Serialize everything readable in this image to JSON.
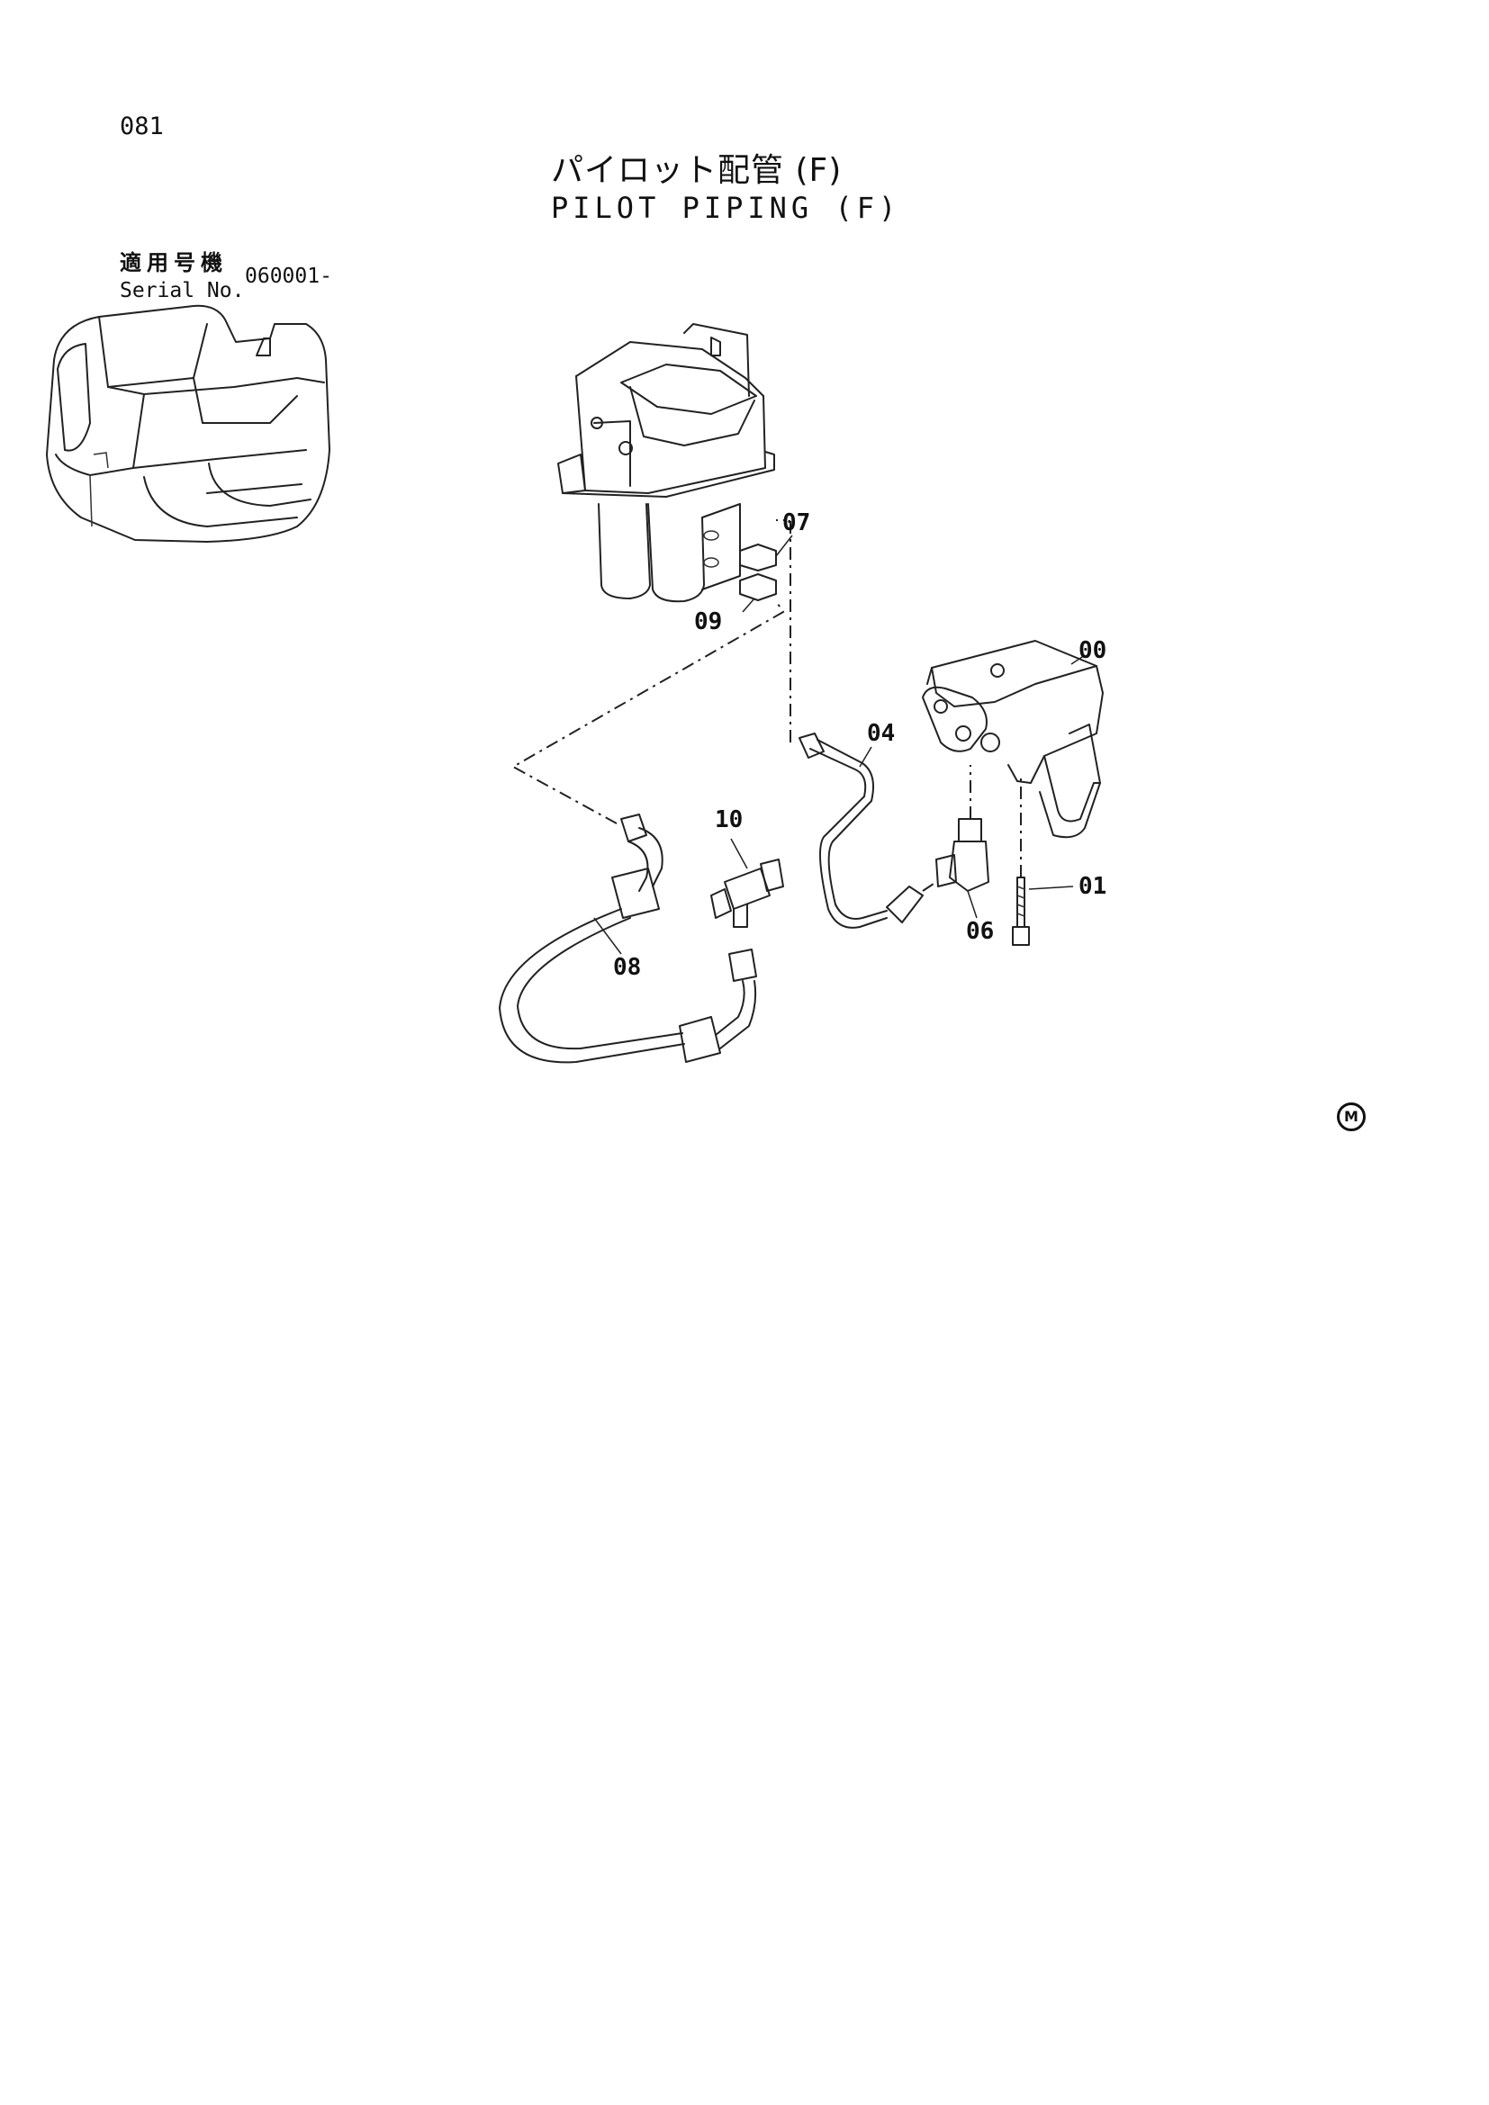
{
  "page_number": "081",
  "title_jp": "パイロット配管 (F)",
  "title_en": "PILOT PIPING (F)",
  "serial": {
    "label_jp": "適用号機",
    "label_en": "Serial No.",
    "value": "060001-"
  },
  "callouts": [
    "07",
    "09",
    "00",
    "04",
    "10",
    "01",
    "06",
    "08"
  ],
  "mark": "M"
}
